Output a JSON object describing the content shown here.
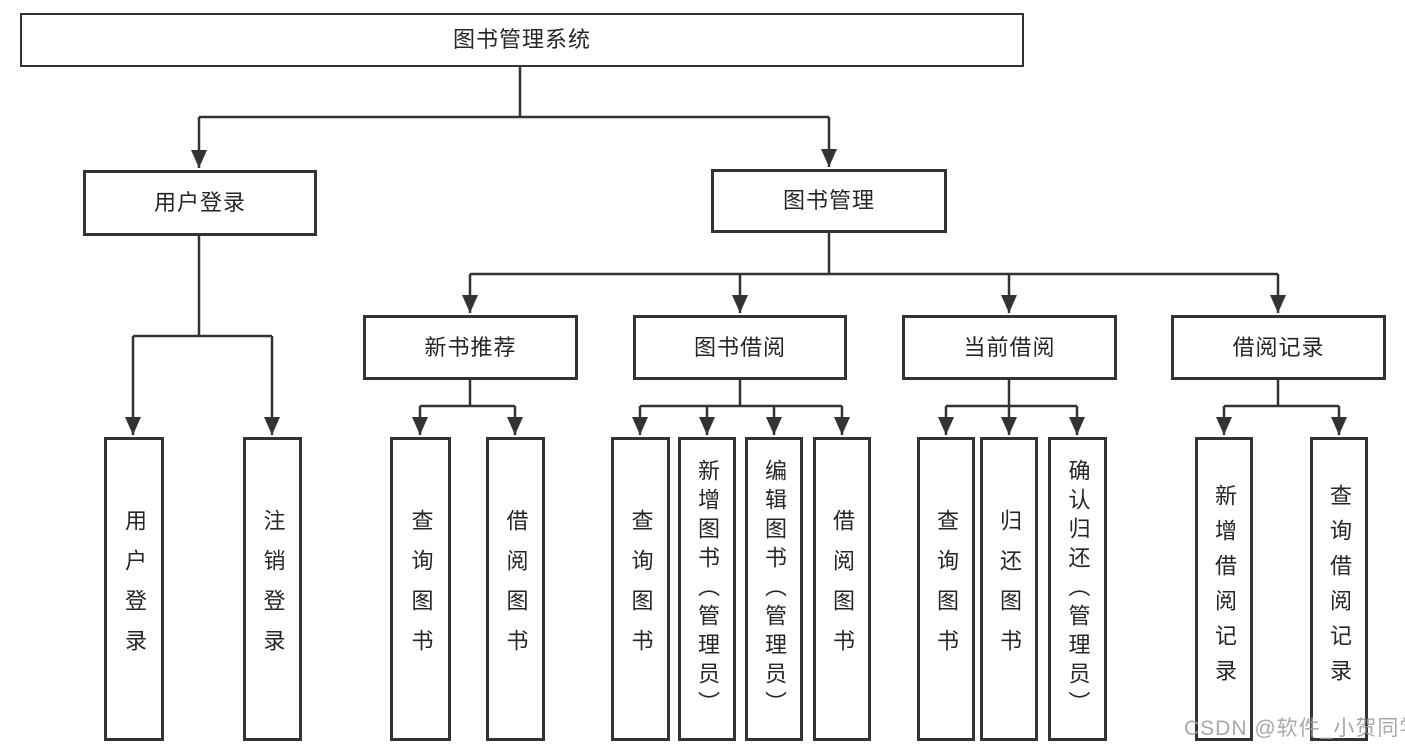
{
  "diagram": {
    "title": "图书管理系统",
    "colors": {
      "background": "#ffffff",
      "line": "#333333",
      "text": "#262626",
      "watermark": "#9e9e9e"
    },
    "watermark": {
      "text": "CSDN @软件_小贺同学"
    },
    "nodes": {
      "root": {
        "label": "图书管理系统"
      },
      "user_login": {
        "label": "用户登录"
      },
      "book_mgmt": {
        "label": "图书管理"
      },
      "new_book_rec": {
        "label": "新书推荐"
      },
      "book_borrow": {
        "label": "图书借阅"
      },
      "current_borrow": {
        "label": "当前借阅"
      },
      "borrow_records": {
        "label": "借阅记录"
      },
      "user_login_action": {
        "label": "用户登录"
      },
      "logout_action": {
        "label": "注销登录"
      },
      "rec_query_books": {
        "label": "查询图书"
      },
      "rec_borrow_books": {
        "label": "借阅图书"
      },
      "borrow_query_books": {
        "label": "查询图书"
      },
      "borrow_add_books": {
        "label": "新增图书（管理员）"
      },
      "borrow_edit_books": {
        "label": "编辑图书（管理员）"
      },
      "borrow_borrow_books": {
        "label": "借阅图书"
      },
      "current_query_books": {
        "label": "查询图书"
      },
      "current_return_books": {
        "label": "归还图书"
      },
      "current_confirm_return": {
        "label": "确认归还（管理员）"
      },
      "records_add_record": {
        "label": "新增借阅记录"
      },
      "records_query_record": {
        "label": "查询借阅记录"
      }
    },
    "edges": [
      [
        "图书管理系统",
        "用户登录"
      ],
      [
        "图书管理系统",
        "图书管理"
      ],
      [
        "用户登录",
        "用户登录"
      ],
      [
        "用户登录",
        "注销登录"
      ],
      [
        "图书管理",
        "新书推荐"
      ],
      [
        "图书管理",
        "图书借阅"
      ],
      [
        "图书管理",
        "当前借阅"
      ],
      [
        "图书管理",
        "借阅记录"
      ],
      [
        "新书推荐",
        "查询图书"
      ],
      [
        "新书推荐",
        "借阅图书"
      ],
      [
        "图书借阅",
        "查询图书"
      ],
      [
        "图书借阅",
        "新增图书（管理员）"
      ],
      [
        "图书借阅",
        "编辑图书（管理员）"
      ],
      [
        "图书借阅",
        "借阅图书"
      ],
      [
        "当前借阅",
        "查询图书"
      ],
      [
        "当前借阅",
        "归还图书"
      ],
      [
        "当前借阅",
        "确认归还（管理员）"
      ],
      [
        "借阅记录",
        "新增借阅记录"
      ],
      [
        "借阅记录",
        "查询借阅记录"
      ]
    ]
  }
}
